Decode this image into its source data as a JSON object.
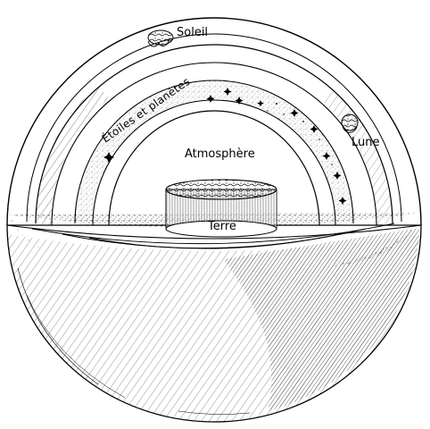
{
  "labels": {
    "sun": "Soleil",
    "stars_planets": "Étoiles et planètes",
    "moon": "Lune",
    "atmosphere": "Atmosphère",
    "earth": "Terre"
  },
  "colors": {
    "ink": "#000000",
    "paper": "#ffffff"
  }
}
